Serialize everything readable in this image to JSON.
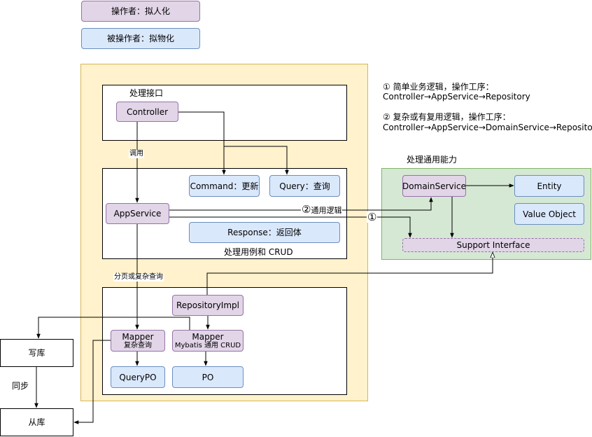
{
  "legend": {
    "operator": "操作者：拟人化",
    "operated": "被操作者：拟物化"
  },
  "notes": {
    "note1_title": "① 简单业务逻辑，操作工序：",
    "note1_flow": "Controller→AppService→Repository",
    "note2_title": "② 复杂或有复用逻辑，操作工序：",
    "note2_flow": "Controller→AppService→DomainService→Repository"
  },
  "interface_layer": {
    "title": "处理接口",
    "controller": "Controller"
  },
  "app_layer": {
    "title": "处理用例和 CRUD",
    "app_service": "AppService",
    "command": "Command：更新",
    "query": "Query：查询",
    "response": "Response：返回体"
  },
  "infra_layer": {
    "repository_impl": "RepositoryImpl",
    "mapper_complex_title": "Mapper",
    "mapper_complex_sub": "复杂查询",
    "mapper_crud_title": "Mapper",
    "mapper_crud_sub": "Mybatis 通用 CRUD",
    "query_po": "QueryPO",
    "po": "PO"
  },
  "domain_layer": {
    "title": "处理通用能力",
    "domain_service": "DomainService",
    "entity": "Entity",
    "value_object": "Value Object",
    "support_interface": "Support Interface"
  },
  "databases": {
    "write_db": "写库",
    "read_db": "从库",
    "sync_label": "同步"
  },
  "edge_labels": {
    "call": "调用",
    "paging_query": "分页或复杂查询",
    "route2_marker": "②",
    "route2_text": "通用逻辑",
    "route1_marker": "①"
  }
}
